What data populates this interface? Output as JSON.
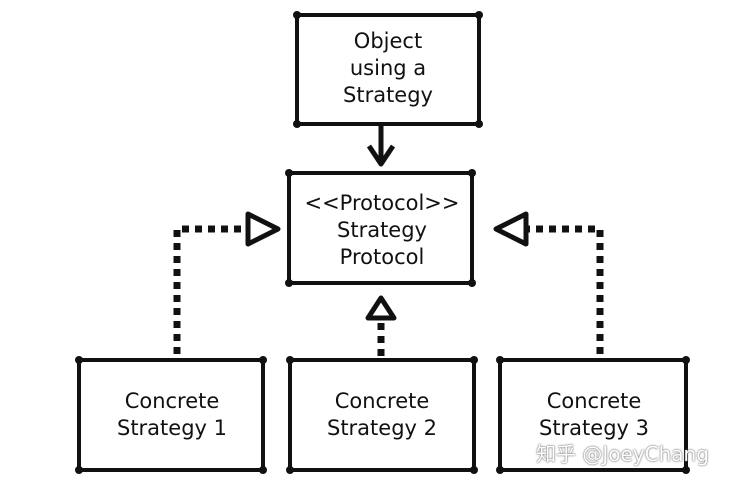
{
  "nodes": {
    "context": {
      "lines": [
        "Object",
        "using a",
        "Strategy"
      ]
    },
    "protocol": {
      "lines": [
        "<<Protocol>>",
        "Strategy",
        "Protocol"
      ]
    },
    "concrete1": {
      "lines": [
        "Concrete",
        "Strategy 1"
      ]
    },
    "concrete2": {
      "lines": [
        "Concrete",
        "Strategy 2"
      ]
    },
    "concrete3": {
      "lines": [
        "Concrete",
        "Strategy 3"
      ]
    }
  },
  "watermark": "知乎 @JoeyChang"
}
